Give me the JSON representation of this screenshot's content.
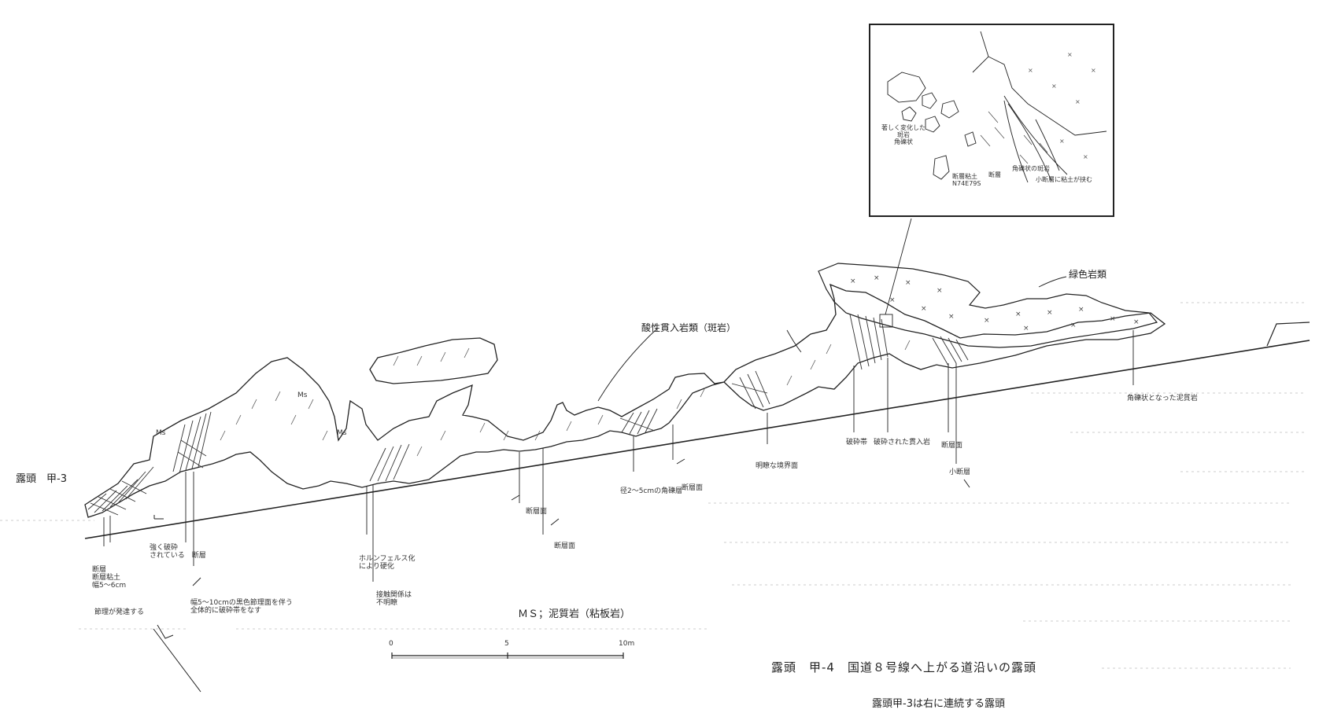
{
  "title": "露頭　甲-4　国道８号線へ上がる道沿いの露頭",
  "subtitle": "露頭甲-3は右に連続する露頭",
  "left_label": "露頭　甲-3",
  "legend": "ＭＳ；泥質岩（粘板岩）",
  "scale": {
    "ticks": [
      "0",
      "5",
      "10m"
    ]
  },
  "labels": {
    "intrusive": "酸性貫入岩類（斑岩）",
    "brown_rock": "緑色岩類",
    "ms1": "Ms",
    "ms2": "Ms",
    "ms3": "Ms",
    "dark_fault": "断層\n断層粘土\n幅5〜6cm",
    "joints": "節理が発達する",
    "shear": "強く破砕\nされている　断層",
    "pebble": "幅5〜10cmの黒色節理面を伴う\n全体的に破砕帯をなす",
    "hornfels": "ホルンフェルス化\nにより硬化",
    "contact_note": "接触関係は\n不明瞭",
    "boundary1": "断層面",
    "boundary2": "断層面",
    "breccia": "径2〜5cmの角礫層",
    "fault_plane": "断層面",
    "sharp": "明瞭な境界面",
    "crushed": "破砕帯",
    "rich_intrusion": "破砕された貫入岩",
    "fault3": "断層面",
    "small_fault": "小断層",
    "angular": "角礫状となった泥質岩"
  },
  "inset": {
    "altered": "著しく変化した\n斑岩\n角礫状",
    "fault_clay": "断層粘土\nN74E79S",
    "fault": "断層",
    "angular": "角礫状の斑岩",
    "small": "小断層に粘土が挟む"
  }
}
